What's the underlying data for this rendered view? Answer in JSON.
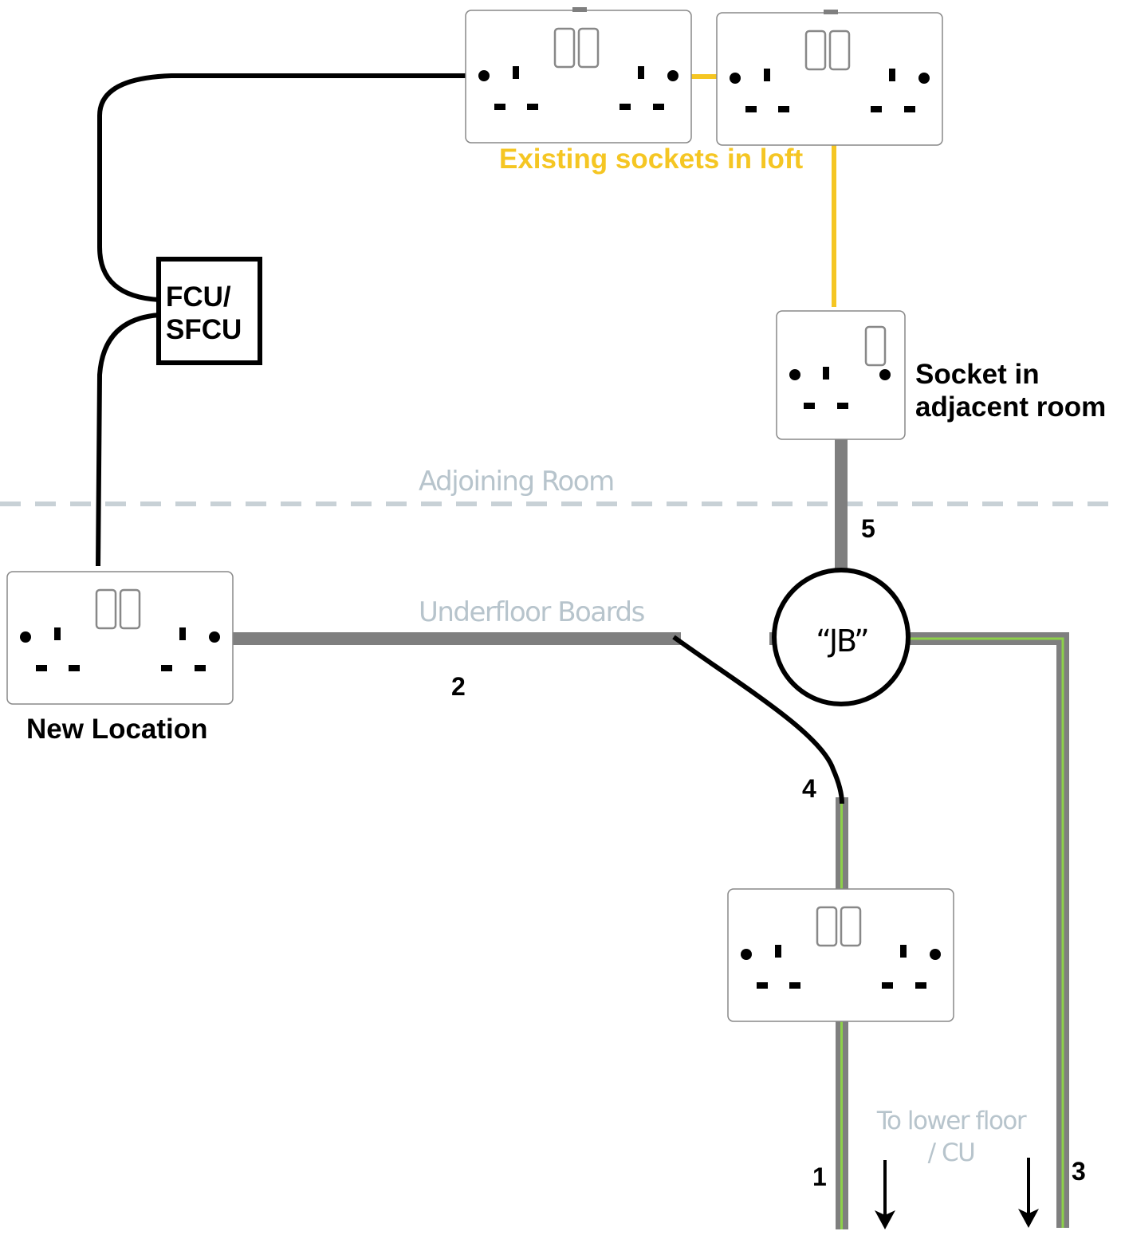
{
  "labels": {
    "existing_sockets": "Existing sockets in loft",
    "fcu_line1": "FCU/",
    "fcu_line2": "SFCU",
    "socket_adjacent_line1": "Socket in",
    "socket_adjacent_line2": "adjacent room",
    "adjoining_room": "Adjoining Room",
    "underfloor_boards": "Underfloor Boards",
    "new_location": "New Location",
    "jb": "“JB”",
    "to_lower_line1": "To lower floor",
    "to_lower_line2": "/ CU"
  },
  "cable_numbers": {
    "c1": "1",
    "c2": "2",
    "c3": "3",
    "c4": "4",
    "c5": "5"
  },
  "colors": {
    "existing_cable": "#f5c623",
    "existing_label": "#f5c623",
    "cable_grey": "#7f7f7f",
    "cable_green": "#8dd14a",
    "flex_black": "#000000",
    "boundary_label": "#b7c4cc",
    "boundary_dash": "#c8d1d6",
    "socket_stroke": "#888888"
  },
  "icons": {
    "socket": "double-socket-icon",
    "single_socket": "single-socket-icon",
    "junction_box": "junction-box-icon",
    "arrow": "arrow-down-icon"
  }
}
